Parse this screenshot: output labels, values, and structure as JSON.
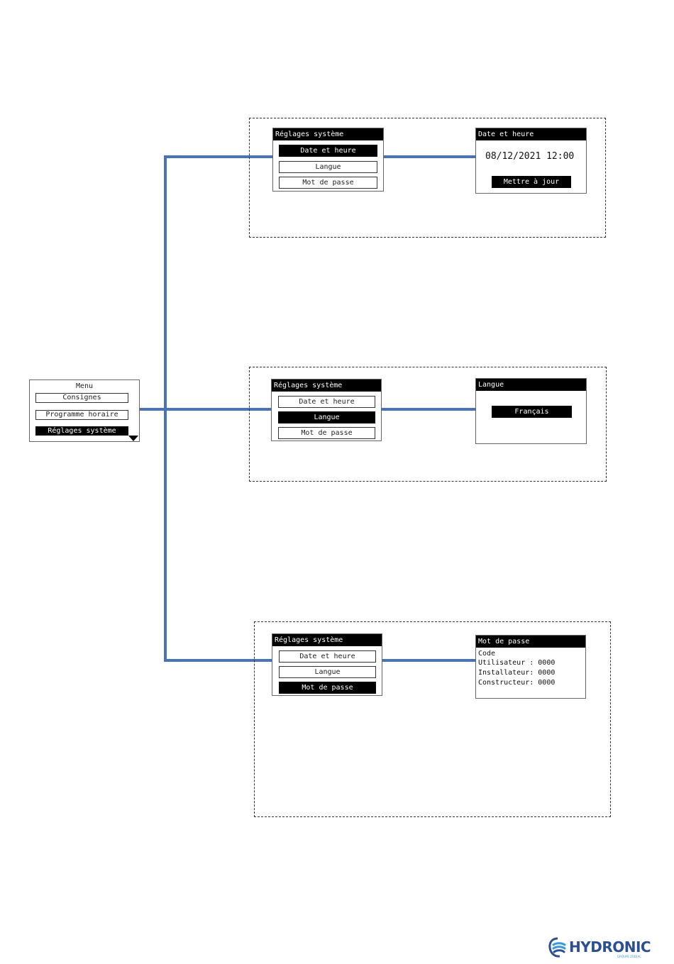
{
  "main_menu": {
    "title": "Menu",
    "items": [
      "Consignes",
      "Programme horaire",
      "Réglages système"
    ],
    "selected_index": 2
  },
  "submenu": {
    "title": "Réglages système",
    "items": [
      "Date et heure",
      "Langue",
      "Mot de passe"
    ]
  },
  "date_screen": {
    "title": "Date et heure",
    "datetime": "08/12/2021 12:00",
    "update_button": "Mettre à jour"
  },
  "language_screen": {
    "title": "Langue",
    "value": "Français"
  },
  "password_screen": {
    "title": "Mot de passe",
    "code_label": "Code",
    "lines": [
      "Utilisateur : 0000",
      "Installateur: 0000",
      "Constructeur: 0000"
    ]
  },
  "brand": {
    "name": "HYDRONIC",
    "tagline": "GROUPE ZODIAC",
    "color": "#2c4f94"
  },
  "colors": {
    "connector": "#4a72b8",
    "selected_bg": "#000000"
  }
}
